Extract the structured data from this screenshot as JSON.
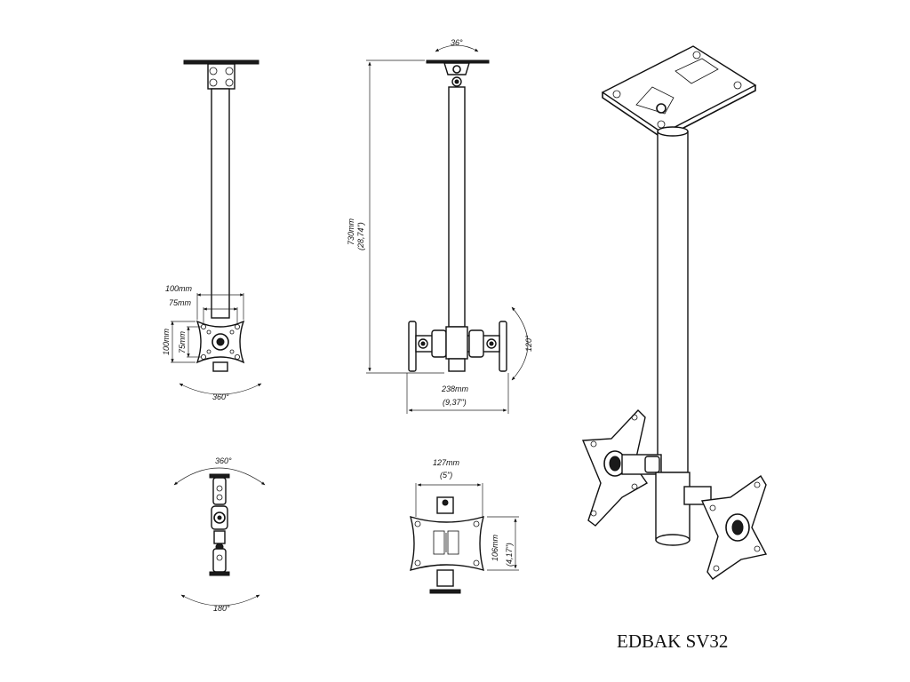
{
  "model": "EDBAK SV32",
  "front_view": {
    "width_outer": "100mm",
    "width_inner": "75mm",
    "height_outer": "100mm",
    "height_inner": "75mm",
    "rotation": "360°"
  },
  "side_view": {
    "tilt_top": "36°",
    "height_mm": "730mm",
    "height_in": "(28,74\")",
    "width_mm": "238mm",
    "width_in": "(9,37\")",
    "tilt_side": "120°"
  },
  "top_view": {
    "rotation_top": "360°",
    "rotation_bottom": "180°"
  },
  "plate_view": {
    "width_mm": "127mm",
    "width_in": "(5\")",
    "height_mm": "106mm",
    "height_in": "(4,17\")"
  }
}
